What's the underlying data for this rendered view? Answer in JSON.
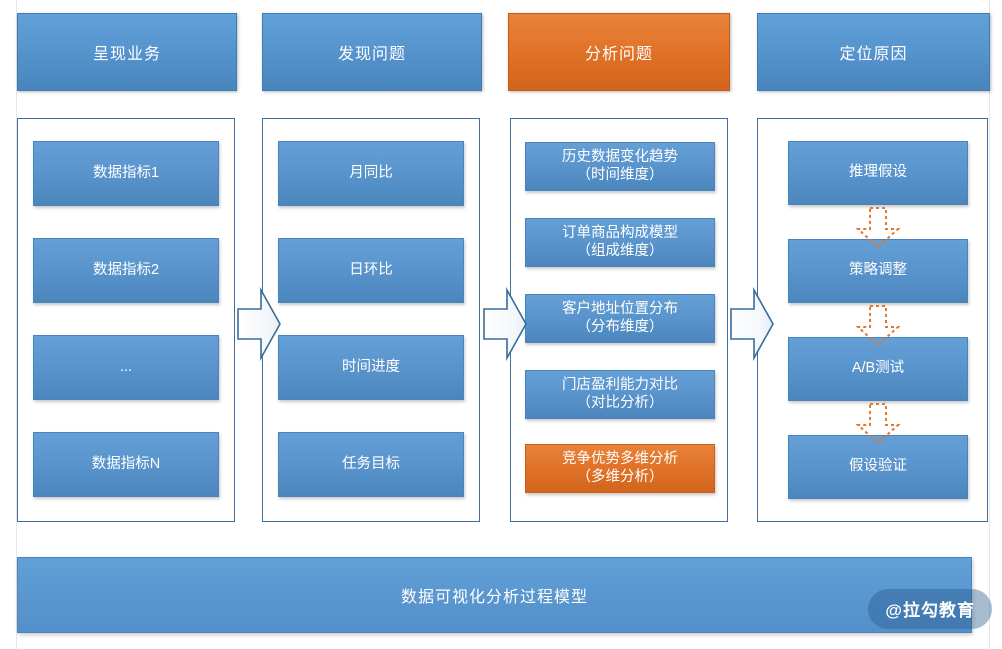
{
  "diagram": {
    "title": "数据可视化分析过程模型",
    "watermark": "@拉勾教育",
    "colors": {
      "blue_fill_top": "#649fd6",
      "blue_fill_bottom": "#4b86bd",
      "blue_border": "#3f7cb4",
      "orange_fill_top": "#e8823a",
      "orange_fill_bottom": "#d2641b",
      "orange_border": "#c55c19",
      "panel_border": "#3f6f9e",
      "arrow_outline": "#3a6c9a",
      "dashed_arrow": "#e2762a",
      "background": "#ffffff"
    },
    "stages": [
      {
        "header": "呈现业务",
        "highlight": false,
        "items": [
          {
            "line1": "数据指标1",
            "line2": "",
            "highlight": false
          },
          {
            "line1": "数据指标2",
            "line2": "",
            "highlight": false
          },
          {
            "line1": "...",
            "line2": "",
            "highlight": false
          },
          {
            "line1": "数据指标N",
            "line2": "",
            "highlight": false
          }
        ]
      },
      {
        "header": "发现问题",
        "highlight": false,
        "items": [
          {
            "line1": "月同比",
            "line2": "",
            "highlight": false
          },
          {
            "line1": "日环比",
            "line2": "",
            "highlight": false
          },
          {
            "line1": "时间进度",
            "line2": "",
            "highlight": false
          },
          {
            "line1": "任务目标",
            "line2": "",
            "highlight": false
          }
        ]
      },
      {
        "header": "分析问题",
        "highlight": true,
        "items": [
          {
            "line1": "历史数据变化趋势",
            "line2": "（时间维度）",
            "highlight": false
          },
          {
            "line1": "订单商品构成模型",
            "line2": "（组成维度）",
            "highlight": false
          },
          {
            "line1": "客户地址位置分布",
            "line2": "（分布维度）",
            "highlight": false
          },
          {
            "line1": "门店盈利能力对比",
            "line2": "（对比分析）",
            "highlight": false
          },
          {
            "line1": "竞争优势多维分析",
            "line2": "（多维分析）",
            "highlight": true
          }
        ]
      },
      {
        "header": "定位原因",
        "highlight": false,
        "items": [
          {
            "line1": "推理假设",
            "line2": "",
            "highlight": false
          },
          {
            "line1": "策略调整",
            "line2": "",
            "highlight": false
          },
          {
            "line1": "A/B测试",
            "line2": "",
            "highlight": false
          },
          {
            "line1": "假设验证",
            "line2": "",
            "highlight": false
          }
        ]
      }
    ]
  }
}
